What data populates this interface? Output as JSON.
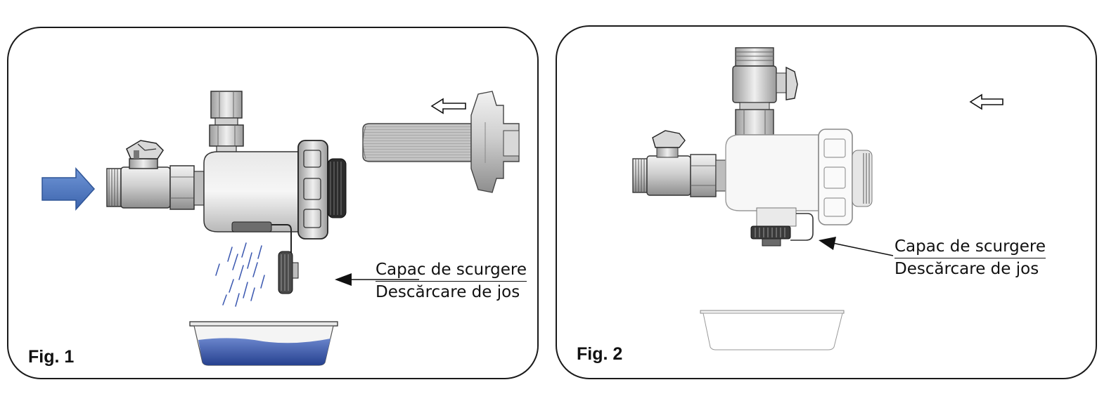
{
  "figure1": {
    "label": "Fig. 1",
    "callout": {
      "line1": "Capac de scurgere",
      "line2": "Descărcare de jos"
    }
  },
  "figure2": {
    "label": "Fig. 2",
    "callout": {
      "line1": "Capac de scurgere",
      "line2": "Descărcare de jos"
    }
  },
  "colors": {
    "flow_arrow": "#4a78c0",
    "water": "#3b58b0",
    "outline": "#1a1a1a",
    "metal": "#c9c9c9"
  }
}
